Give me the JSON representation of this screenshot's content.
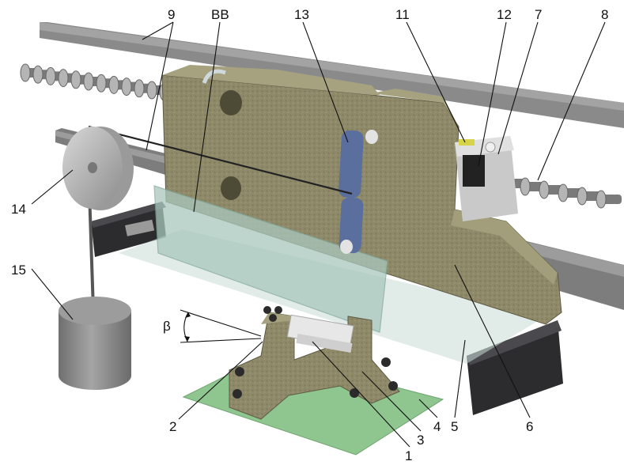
{
  "callouts": {
    "c1": "1",
    "c2": "2",
    "c3": "3",
    "c4": "4",
    "c5": "5",
    "c6": "6",
    "c7": "7",
    "c8": "8",
    "c9": "9",
    "c11": "11",
    "c12": "12",
    "c13": "13",
    "c14": "14",
    "c15": "15",
    "bb": "BB",
    "beta": "β"
  },
  "colors": {
    "background": "#ffffff",
    "rail": "#8a8a8a",
    "rail_dark": "#5f5f5f",
    "casting": "#8e8968",
    "casting_dark": "#6d6a4f",
    "glass": "#b9cfc8",
    "base_plate": "#8fc58f",
    "link_blue": "#5b6f9e",
    "bracket_black": "#2c2c2e",
    "weight": "#8c8c8c",
    "chain": "#9a9a9a"
  },
  "icons": {
    "chain": "roller-chain-icon",
    "pulley": "pulley-wheel-icon",
    "weight": "cylinder-weight-icon"
  }
}
